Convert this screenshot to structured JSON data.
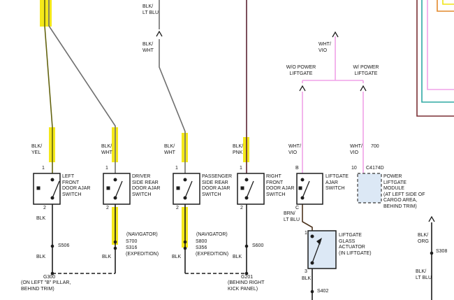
{
  "palette": {
    "highlight": "#f4e81a",
    "olive": "#63630f",
    "gray": "#6f6f6f",
    "maroon": "#5c2433",
    "pink": "#f0a2e8",
    "brown": "#4c331d",
    "black": "#1d1d1d",
    "teal": "#2fa8a4",
    "orange": "#e2892b",
    "yellow": "#f0e413",
    "darkred": "#7a2f33",
    "module_fill": "#dce8f5"
  },
  "labels": {
    "top_blk_ltblu": "BLK/\nLT BLU",
    "top_blk_wht": "BLK/\nWHT",
    "top_wht_vio": "WHT/\nVIO",
    "wo_power": "W/O POWER\nLIFTGATE",
    "w_power": "W/ POWER\nLIFTGATE",
    "left_branch_color": "WHT/\nVIO",
    "right_branch_color": "WHT/\nVIO",
    "right_branch_circuit": "700",
    "module_pin": "10",
    "module_connector": "C4174D"
  },
  "switches": [
    {
      "color_label": "BLK/\nYEL",
      "pin_top": "1",
      "pin_bottom": "2",
      "name": "LEFT\nFRONT\nDOOR AJAR\nSWITCH"
    },
    {
      "color_label": "BLK/\nWHT",
      "pin_top": "1",
      "pin_bottom": "2",
      "name": "DRIVER\nSIDE REAR\nDOOR AJAR\nSWITCH"
    },
    {
      "color_label": "BLK/\nWHT",
      "pin_top": "1",
      "pin_bottom": "2",
      "name": "PASSENGER\nSIDE REAR\nDOOR AJAR\nSWITCH"
    },
    {
      "color_label": "BLK/\nPNK",
      "pin_top": "1",
      "pin_bottom": "2",
      "name": "RIGHT\nFRONT\nDOOR AJAR\nSWITCH"
    },
    {
      "color_label": "WHT/\nVIO",
      "pin_top": "B",
      "pin_bottom": "C",
      "name": "LIFTGATE\nAJAR\nSWITCH"
    }
  ],
  "module_name": "POWER\nLIFTGATE\nMODULE\n(AT LEFT SIDE OF\nCARGO AREA,\nBEHIND TRIM)",
  "actuator": {
    "pin_top": "1",
    "pin_bottom": "3",
    "name": "LIFTGATE\nGLASS\nACTUATOR\n(IN LIFTGATE)",
    "wire_below": "BLK",
    "splice": "S402"
  },
  "ground_runs": {
    "sw1_wire_upper": "BLK",
    "sw1_splice": "S506",
    "sw1_wire_lower": "BLK",
    "sw2_variant_a": "(NAVIGATOR)",
    "sw2_splice_a": "S700",
    "sw2_splice_b": "S316",
    "sw2_variant_b": "(EXPEDITION)",
    "sw2_wire": "BLK",
    "sw3_variant_a": "(NAVIGATOR)",
    "sw3_splice_a": "S800",
    "sw3_splice_b": "S356",
    "sw3_variant_b": "(EXPEDITION)",
    "sw3_wire": "BLK",
    "sw4_splice": "S600",
    "sw4_wire": "BLK",
    "liftgate_wire": "BRN/\nLT BLU",
    "ground_left_id": "G300",
    "ground_left_loc": "(ON LEFT \"B\" PILLAR,\nBEHIND TRIM)",
    "ground_right_id": "G201",
    "ground_right_loc": "(BEHIND RIGHT\nKICK PANEL)"
  },
  "right_edge": {
    "wire_upper": "BLK/\nORG",
    "splice": "S308",
    "wire_lower": "BLK/\nLT BLU"
  }
}
